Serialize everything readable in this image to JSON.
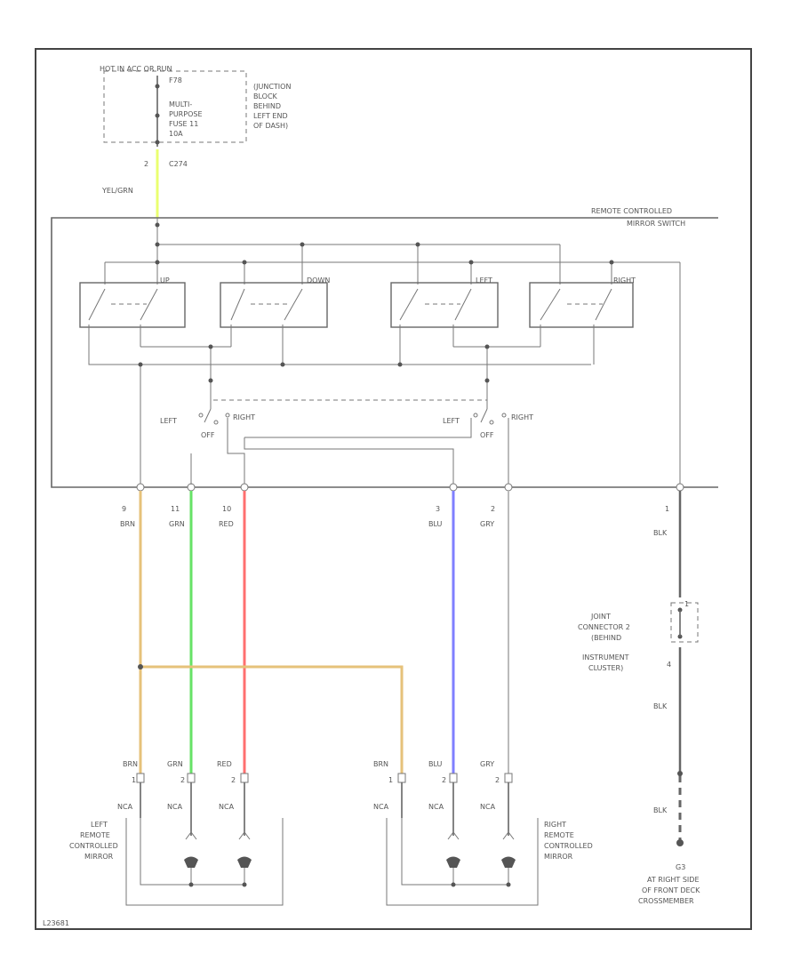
{
  "fuse_block": {
    "header": "HOT IN ACC OR RUN",
    "pin_top": "F78",
    "fuse_lines": [
      "MULTI-",
      "PURPOSE",
      "FUSE 11",
      "10A"
    ],
    "location_lines": [
      "(JUNCTION",
      "BLOCK",
      "BEHIND",
      "LEFT END",
      "OF DASH)"
    ],
    "conn_pin": "2",
    "conn_id": "C274",
    "wire_color": "YEL/GRN"
  },
  "switch_assembly": {
    "title_lines": [
      "REMOTE CONTROLLED",
      "MIRROR SWITCH"
    ],
    "switch_labels": [
      "UP",
      "DOWN",
      "LEFT",
      "RIGHT"
    ],
    "selector_left": {
      "left": "LEFT",
      "off": "OFF",
      "right": "RIGHT"
    },
    "selector_right": {
      "left": "LEFT",
      "off": "OFF",
      "right": "RIGHT"
    }
  },
  "switch_pins": [
    {
      "num": "9",
      "color": "BRN",
      "wire_color": "#e6c27a"
    },
    {
      "num": "11",
      "color": "GRN",
      "wire_color": "#66e266"
    },
    {
      "num": "10",
      "color": "RED",
      "wire_color": "#ff6f6f"
    },
    {
      "num": "3",
      "color": "BLU",
      "wire_color": "#7f7fff"
    },
    {
      "num": "2",
      "color": "GRY",
      "wire_color": "#bbbbbb"
    }
  ],
  "ground_path": {
    "pin": "1",
    "color_top": "BLK",
    "joint_lines": [
      "JOINT",
      "CONNECTOR 2",
      "(BEHIND",
      "INSTRUMENT",
      "CLUSTER)"
    ],
    "joint_pin_top": "1",
    "joint_pin_bottom": "4",
    "color_mid": "BLK",
    "color_bottom": "BLK",
    "ground_id": "G3",
    "ground_lines": [
      "AT RIGHT SIDE",
      "OF FRONT DECK",
      "CROSSMEMBER"
    ]
  },
  "left_mirror": {
    "label_lines": [
      "LEFT",
      "REMOTE",
      "CONTROLLED",
      "MIRROR"
    ],
    "pins": [
      {
        "color": "BRN",
        "num": "1",
        "conn": "NCA"
      },
      {
        "color": "GRN",
        "num": "2",
        "conn": "NCA"
      },
      {
        "color": "RED",
        "num": "2",
        "conn": "NCA"
      }
    ]
  },
  "right_mirror": {
    "label_lines": [
      "RIGHT",
      "REMOTE",
      "CONTROLLED",
      "MIRROR"
    ],
    "pins": [
      {
        "color": "BRN",
        "num": "1",
        "conn": "NCA"
      },
      {
        "color": "BLU",
        "num": "2",
        "conn": "NCA"
      },
      {
        "color": "GRY",
        "num": "2",
        "conn": "NCA"
      }
    ]
  },
  "footer_code": "L23681"
}
